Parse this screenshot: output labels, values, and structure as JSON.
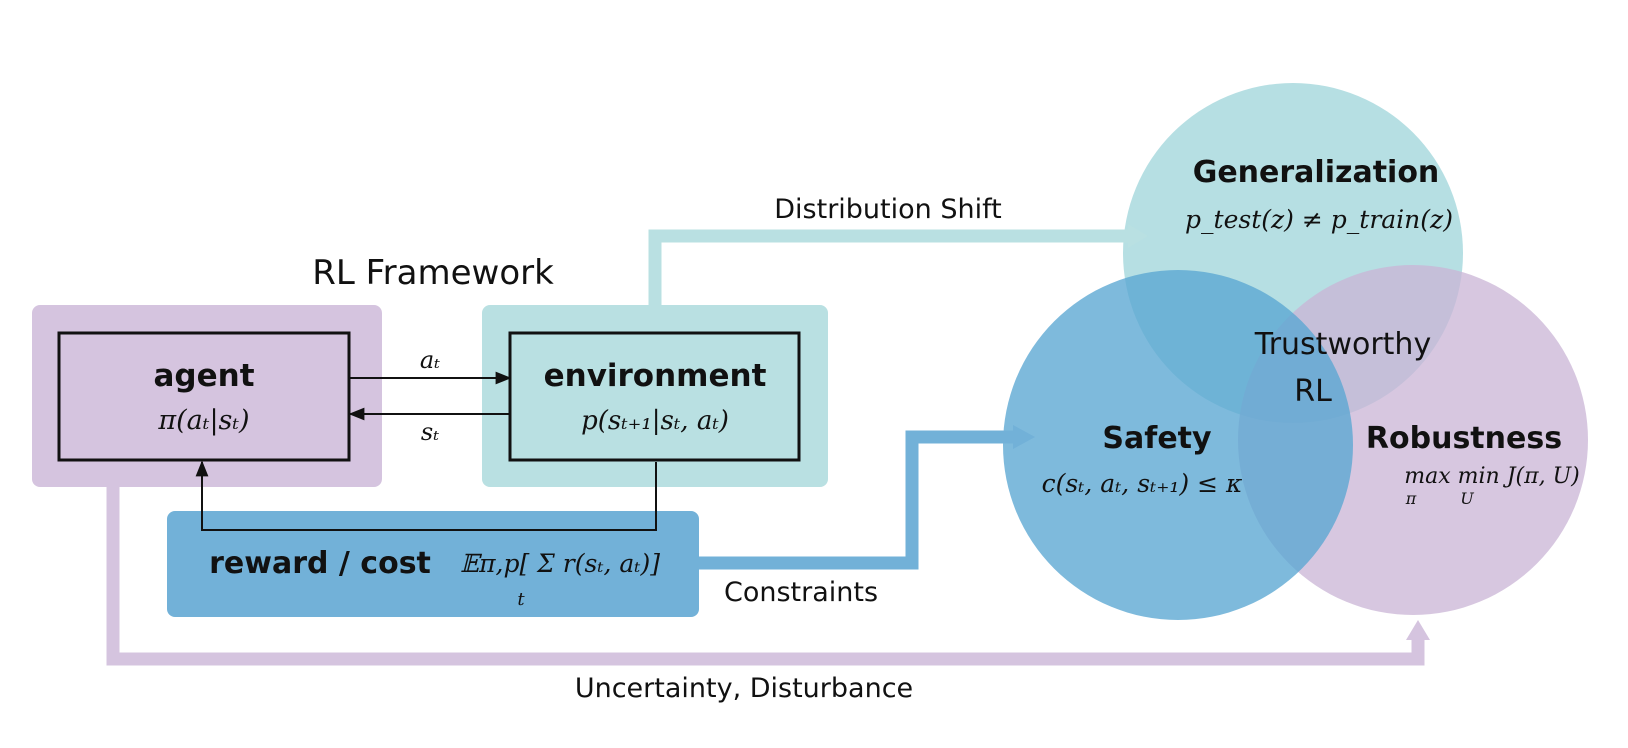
{
  "title": "RL Framework",
  "agent": {
    "label": "agent",
    "formula": "π(aₜ|sₜ)"
  },
  "environment": {
    "label": "environment",
    "formula": "p(sₜ₊₁|sₜ, aₜ)"
  },
  "reward": {
    "label": "reward / cost",
    "formula": "𝔼π,p[ Σ r(sₜ, aₜ)]",
    "sum_index": "t"
  },
  "arrows": {
    "action": "aₜ",
    "state": "sₜ"
  },
  "flows": {
    "distribution_shift": "Distribution Shift",
    "constraints": "Constraints",
    "uncertainty": "Uncertainty, Disturbance"
  },
  "venn": {
    "generalization": {
      "label": "Generalization",
      "formula": "p_test(z) ≠ p_train(z)"
    },
    "safety": {
      "label": "Safety",
      "formula": "c(sₜ, aₜ, sₜ₊₁) ≤ κ"
    },
    "robustness": {
      "label": "Robustness",
      "formula": "max min J(π, U)",
      "max_sub": "π",
      "min_sub": "U"
    },
    "center_line1": "Trustworthy",
    "center_line2": "RL"
  },
  "colors": {
    "purple": "#d5c4df",
    "teal": "#b9e0e2",
    "blue": "#72b1d8",
    "black": "#111111"
  }
}
